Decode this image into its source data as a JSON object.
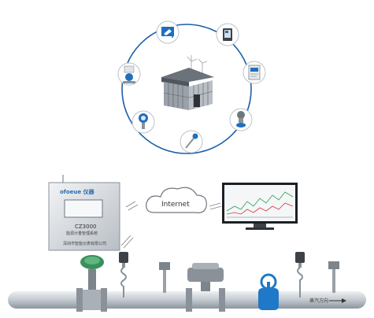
{
  "cloud": {
    "label": "Internet"
  },
  "panel": {
    "brand": "ofoeue 仪器",
    "model": "CZ3000",
    "subtitle": "能源计量管理系统",
    "footer": "深圳市智能仪表有限公司"
  },
  "pipe": {
    "flow_label": "蒸汽方向"
  },
  "colors": {
    "ring": "#1d5fa8",
    "pipe": "#c9ced3",
    "valve_blue": "#1f78c8",
    "meter_green": "#3a8f5a"
  },
  "icons": [
    "camera-icon",
    "tablet-icon",
    "display-controller-icon",
    "valve-icon",
    "thermometer-icon",
    "pressure-gauge-icon",
    "flowmeter-icon"
  ]
}
